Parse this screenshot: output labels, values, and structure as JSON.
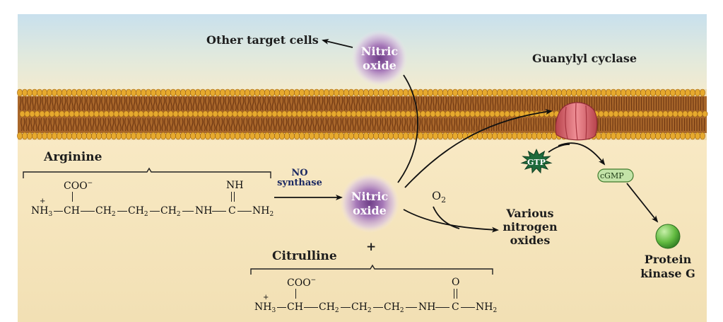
{
  "labels": {
    "other_target_cells": "Other target cells",
    "nitric_top": [
      "Nitric",
      "oxide"
    ],
    "nitric_mid": [
      "Nitric",
      "oxide"
    ],
    "guanylyl_cyclase": "Guanylyl cyclase",
    "arginine": "Arginine",
    "no_synthase": [
      "NO",
      "synthase"
    ],
    "gtp": "GTP",
    "cgmp": "cGMP",
    "o2": "O",
    "o2_sub": "2",
    "various_nitrogen_oxides": [
      "Various",
      "nitrogen",
      "oxides"
    ],
    "plus": "+",
    "citrulline": "Citrulline",
    "protein_kinase_g": [
      "Protein",
      "kinase G"
    ]
  },
  "arginine_formula": {
    "coo": "COO",
    "coo_charge": "−",
    "nh3": "NH",
    "nh3_sub": "3",
    "nh3_charge": "+",
    "ch": "CH",
    "ch2": "CH",
    "ch2_sub": "2",
    "nh": "NH",
    "c": "C",
    "nh2": "NH",
    "nh2_sub": "2",
    "imine": "NH"
  },
  "citrulline_formula": {
    "coo": "COO",
    "coo_charge": "−",
    "nh3": "NH",
    "nh3_sub": "3",
    "nh3_charge": "+",
    "ch": "CH",
    "ch2": "CH",
    "ch2_sub": "2",
    "nh": "NH",
    "c": "C",
    "nh2": "NH",
    "nh2_sub": "2",
    "oxo": "O"
  },
  "colors": {
    "extracellular_top": "#cde3ee",
    "extracellular_bottom": "#f6ecd0",
    "cytoplasm": "#f6e8c3",
    "membrane_heads": "#e6a92e",
    "membrane_tails": "#8a4e1c",
    "nitric_glow": "#8d5aa0",
    "cyclase": "#d9636b",
    "gtp_star": "#1f6a3d",
    "cgmp_pill": "#bfe0a4",
    "pkg_ball": "#5fb840",
    "no_synthase_text": "#1c2a63"
  }
}
